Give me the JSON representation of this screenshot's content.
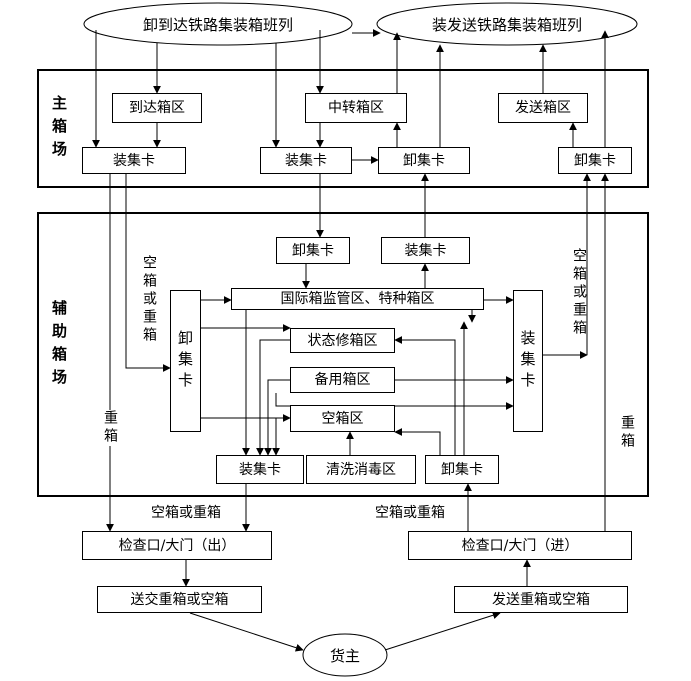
{
  "nodes": {
    "arrive_schedule": "卸到达铁路集装箱班列",
    "depart_schedule": "装发送铁路集装箱班列",
    "arrival_area": "到达箱区",
    "transfer_area": "中转箱区",
    "dispatch_area": "发送箱区",
    "main_load_truck_1": "装集卡",
    "main_load_truck_2": "装集卡",
    "main_unload_truck_1": "卸集卡",
    "main_unload_truck_2": "卸集卡",
    "aux_unload_truck_top": "卸集卡",
    "aux_load_truck_top": "装集卡",
    "customs_special_area": "国际箱监管区、特种箱区",
    "aux_unload_truck_left": "卸集卡",
    "aux_load_truck_right": "装集卡",
    "repair_area": "状态修箱区",
    "reserve_area": "备用箱区",
    "empty_area": "空箱区",
    "aux_load_truck_bottom": "装集卡",
    "wash_area": "清洗消毒区",
    "aux_unload_truck_bottom": "卸集卡",
    "gate_out": "检查口/大门（出）",
    "gate_in": "检查口/大门（进）",
    "deliver_out": "送交重箱或空箱",
    "send_in": "发送重箱或空箱",
    "shipper": "货主"
  },
  "areas": {
    "main_yard": "主箱场",
    "aux_yard": "辅助箱场"
  },
  "labels": {
    "empty_or_loaded_left": "空箱或重箱",
    "empty_or_loaded_right": "空箱或重箱",
    "loaded_left": "重箱",
    "loaded_right": "重箱",
    "empty_or_loaded_out": "空箱或重箱",
    "empty_or_loaded_in": "空箱或重箱"
  }
}
